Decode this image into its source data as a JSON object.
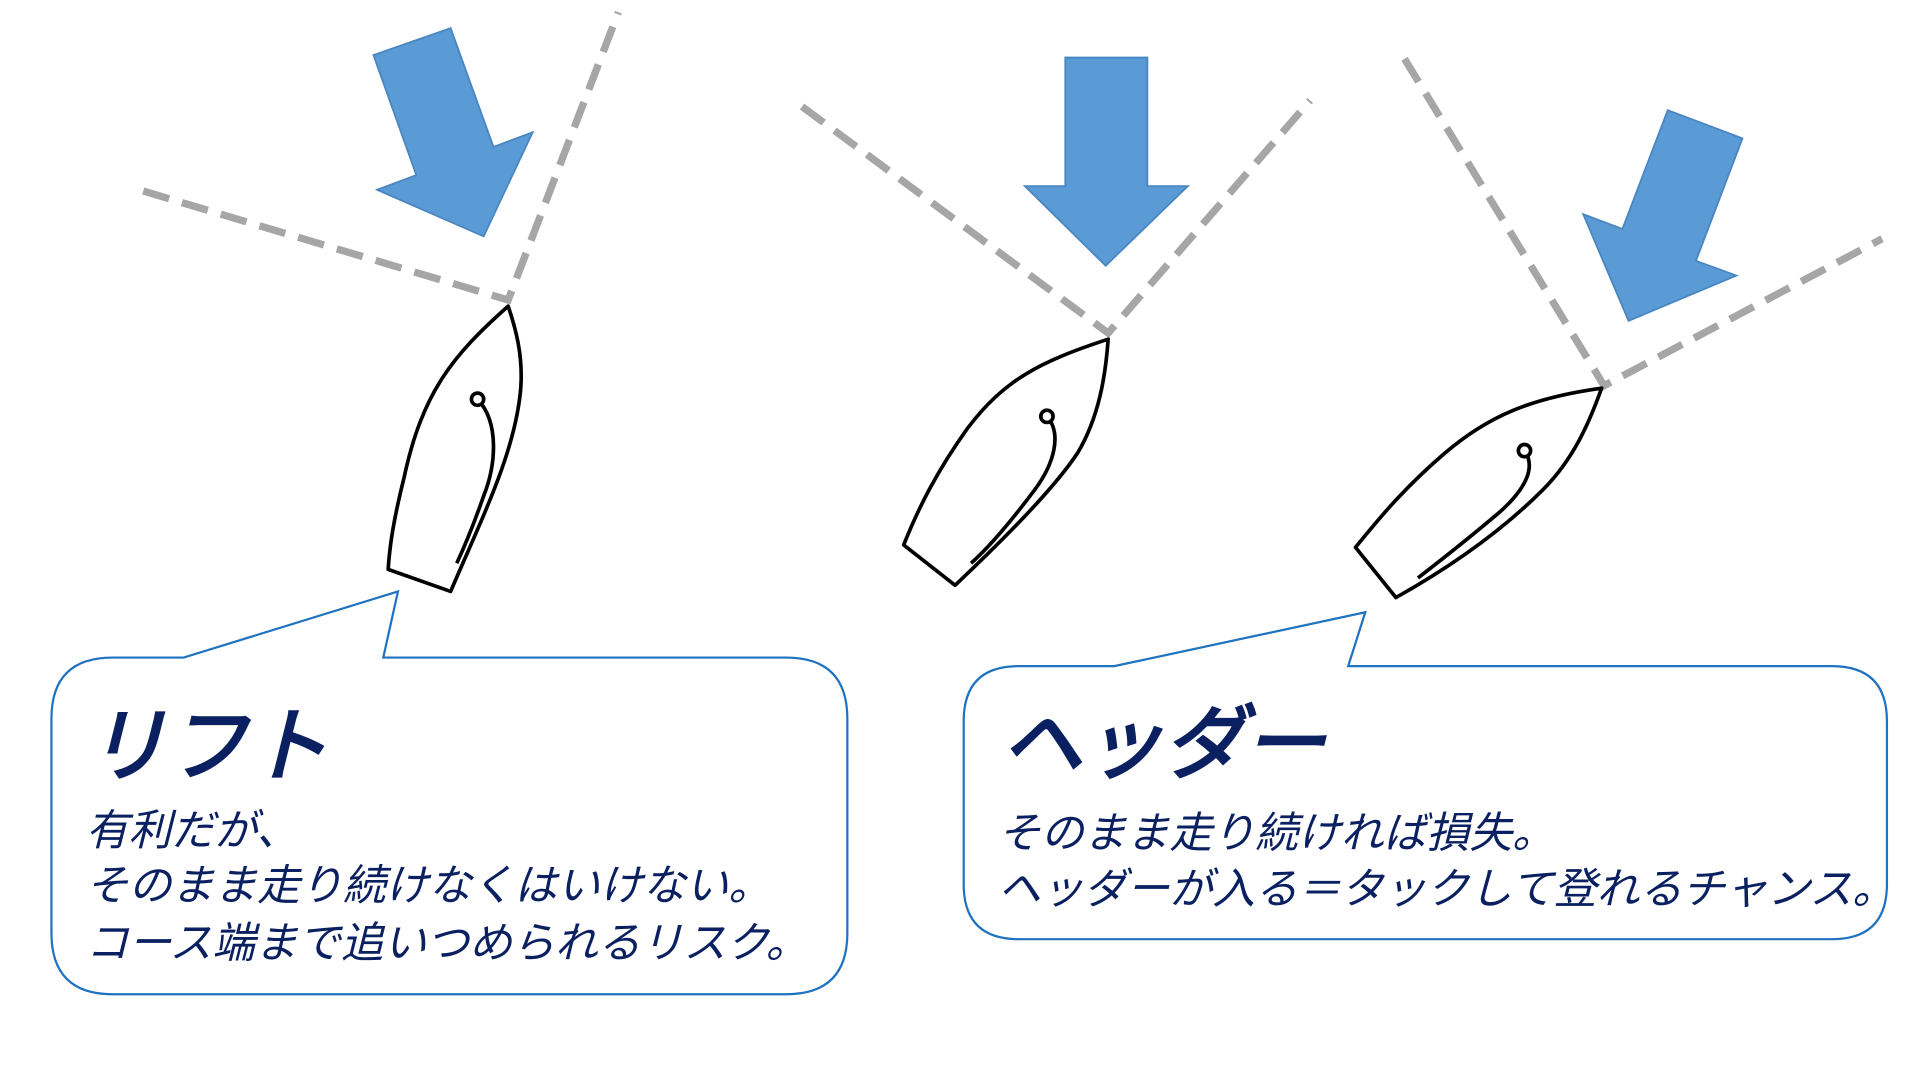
{
  "colors": {
    "wind_arrow": "#5b9bd5",
    "wind_line": "#a6a6a6",
    "text": "#0a2060",
    "callout_border": "#1f72c0"
  },
  "lift": {
    "title": "リフト",
    "lines": [
      "有利だが、",
      "そのまま走り続けなくはいけない。",
      "コース端まで追いつめられるリスク。"
    ]
  },
  "header": {
    "title": "ヘッダー",
    "lines": [
      "そのまま走り続ければ損失。",
      "ヘッダーが入る＝タックして登れるチャンス。"
    ]
  }
}
